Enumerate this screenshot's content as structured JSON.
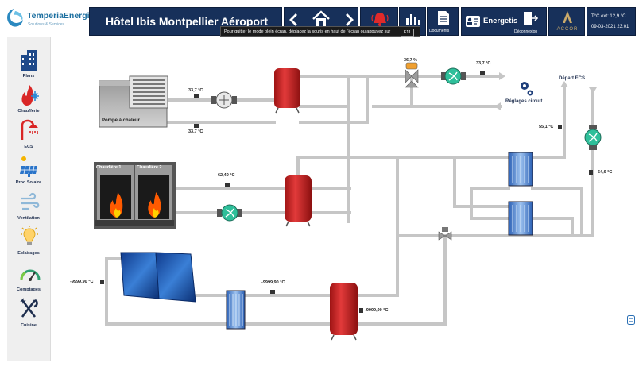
{
  "brand": {
    "name": "TemperiaEnergies",
    "tagline": "Solutions & Services"
  },
  "header": {
    "hotel_title": "Hôtel Ibis Montpellier Aéroport",
    "tooltip": "Pour quitter le mode plein écran, déplacez la souris en haut de l'écran ou appuyez sur",
    "tooltip_key": "F11",
    "documents_label": "Documents",
    "energetis_label": "Energetis",
    "deconnexion_label": "Déconnexion",
    "accor_label": "ACCOR",
    "outdoor_temp": "T°C ext: 12,9 °C",
    "datetime": "09-03-2021 23:01"
  },
  "sidebar": {
    "items": [
      {
        "label": "Plans",
        "icon": "building-icon"
      },
      {
        "label": "Chaufferie",
        "icon": "flame-snow-icon"
      },
      {
        "label": "ECS",
        "icon": "shower-icon"
      },
      {
        "label": "Prod.Solaire",
        "icon": "solar-panel-icon"
      },
      {
        "label": "Ventilation",
        "icon": "wind-icon"
      },
      {
        "label": "Eclairages",
        "icon": "bulb-icon"
      },
      {
        "label": "Comptages",
        "icon": "gauge-icon"
      },
      {
        "label": "Cuisine",
        "icon": "cutlery-icon"
      }
    ]
  },
  "diagram": {
    "heat_pump_label": "Pompe à chaleur",
    "boiler1_label": "Chaudière 1",
    "boiler2_label": "Chaudière 2",
    "settings_label": "Réglages circuit",
    "depart_ecs_label": "Départ ECS",
    "readings": {
      "hp_top": "33,7 °C",
      "hp_bottom": "33,7 °C",
      "valve_pct": "36,7 %",
      "top_right": "33,7 °C",
      "boiler_out": "62,40 °C",
      "ecs_left": "55,1 °C",
      "ecs_right": "54,6 °C",
      "solar_left": "-9999,90 °C",
      "solar_mid": "-9999,90 °C",
      "tank3": "-9999,90 °C"
    }
  },
  "colors": {
    "header_bg": "#17305a",
    "pipe": "#c4c4c4",
    "tank_red": "#d42a2a",
    "pump_green": "#2fbf9a"
  }
}
